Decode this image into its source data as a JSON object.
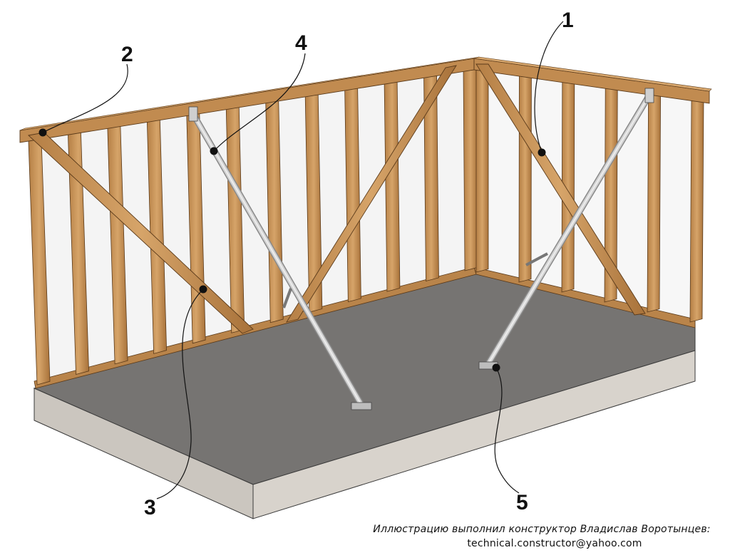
{
  "callouts": [
    {
      "id": "1",
      "label": "1"
    },
    {
      "id": "2",
      "label": "2"
    },
    {
      "id": "3",
      "label": "3"
    },
    {
      "id": "4",
      "label": "4"
    },
    {
      "id": "5",
      "label": "5"
    }
  ],
  "credit": {
    "line1": "Иллюстрацию выполнил конструктор Владислав Воротынцев:",
    "line2": "technical.constructor@yahoo.com"
  },
  "colors": {
    "wood": "#c8955a",
    "wood_dark": "#8a5a2c",
    "slab_top": "#767472",
    "slab_side": "#cbc6bf",
    "brace_metal": "#c9c9c9"
  }
}
